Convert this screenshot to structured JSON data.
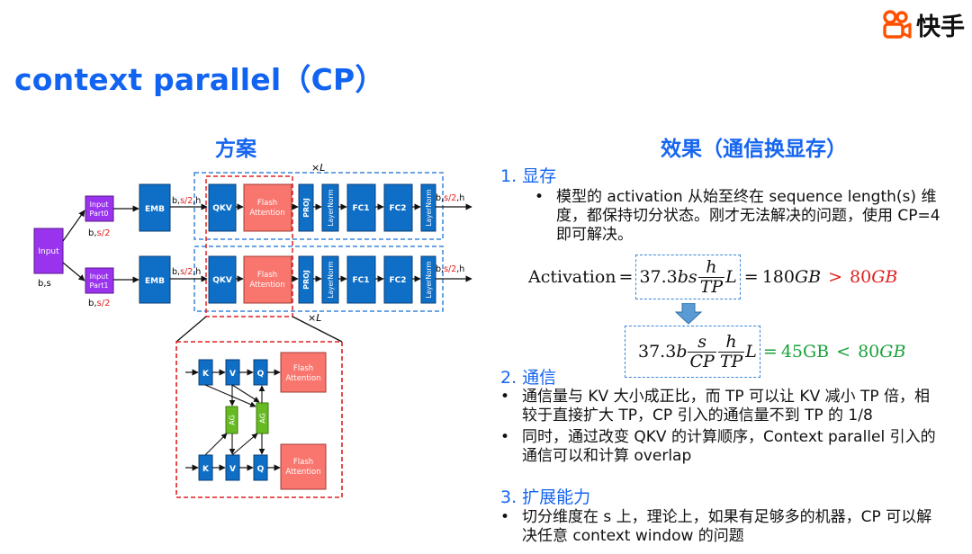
{
  "logo": {
    "text": "快手"
  },
  "slide_title": "context parallel（CP）",
  "left": {
    "heading": "方案",
    "repeat_top": "×L",
    "repeat_bottom": "×L",
    "input_label": "Input",
    "input_dims": "b,s",
    "row0": {
      "part": [
        "Input",
        "Part0"
      ],
      "part_dims_prefix": "b,",
      "part_dims_red": "s/2",
      "emb": "EMB",
      "after_emb_prefix": "b,",
      "after_emb_red": "s/2",
      "after_emb_suffix": ",h",
      "qkv": "QKV",
      "flash": [
        "Flash",
        "Attention"
      ],
      "proj": "PROJ",
      "ln1": "LayerNorm",
      "fc1": "FC1",
      "fc2": "FC2",
      "ln2": "LayerNorm",
      "out_prefix": "b,",
      "out_red": "s/2",
      "out_suffix": ",h"
    },
    "row1": {
      "part": [
        "Input",
        "Part1"
      ],
      "part_dims_prefix": "b,",
      "part_dims_red": "s/2",
      "emb": "EMB",
      "after_emb_prefix": "b,",
      "after_emb_red": "s/2",
      "after_emb_suffix": ",h",
      "qkv": "QKV",
      "flash": [
        "Flash",
        "Attention"
      ],
      "proj": "PROJ",
      "ln1": "LayerNorm",
      "fc1": "FC1",
      "fc2": "FC2",
      "ln2": "LayerNorm",
      "out_prefix": "b,",
      "out_red": "s/2",
      "out_suffix": ",h"
    },
    "detail": {
      "k": "K",
      "v": "V",
      "q": "Q",
      "ag": "AG",
      "flash": [
        "Flash",
        "Attention"
      ]
    }
  },
  "right": {
    "heading": "效果（通信换显存）",
    "sections": [
      {
        "title": "1. 显存",
        "bullets": [
          "模型的 activation 从始至终在 sequence length(s) 维度，都保持切分状态。刚才无法解决的问题，使用 CP=4 即可解决。"
        ]
      },
      {
        "title": "2. 通信",
        "bullets": [
          "通信量与 KV 大小成正比，而 TP 可以让 KV 减小 TP 倍，相较于直接扩大 TP，CP 引入的通信量不到 TP 的 1/8",
          "同时，通过改变 QKV 的计算顺序，Context parallel 引入的通信可以和计算 overlap"
        ]
      },
      {
        "title": "3. 扩展能力",
        "bullets": [
          "切分维度在 s 上，理论上，如果有足够多的机器，CP 可以解决任意 context window 的问题"
        ]
      }
    ],
    "bullet_symbol": "•",
    "eq1": {
      "lhs": "Activation",
      "eq": "=",
      "coef": "37.3",
      "vars": "bs",
      "num": "h",
      "den": "TP",
      "L": "L",
      "eq2": "=",
      "value": "180",
      "unit": "GB",
      "cmp": ">",
      "limit": "80",
      "limit_unit": "GB"
    },
    "eq2": {
      "coef": "37.3",
      "var": "b",
      "num1": "s",
      "den1": "CP",
      "num2": "h",
      "den2": "TP",
      "L": "L",
      "eq": "=",
      "value": "45GB",
      "cmp": "<",
      "limit": "80",
      "limit_unit": "GB"
    }
  },
  "colors": {
    "blue_box": "#0f6fc6",
    "purple": "#9933ee",
    "salmon": "#f8766d",
    "green": "#66bb22",
    "title_blue": "#1163f1",
    "red": "#e02020",
    "green_text": "#1aa13a",
    "dash_blue": "#3a86d8"
  }
}
